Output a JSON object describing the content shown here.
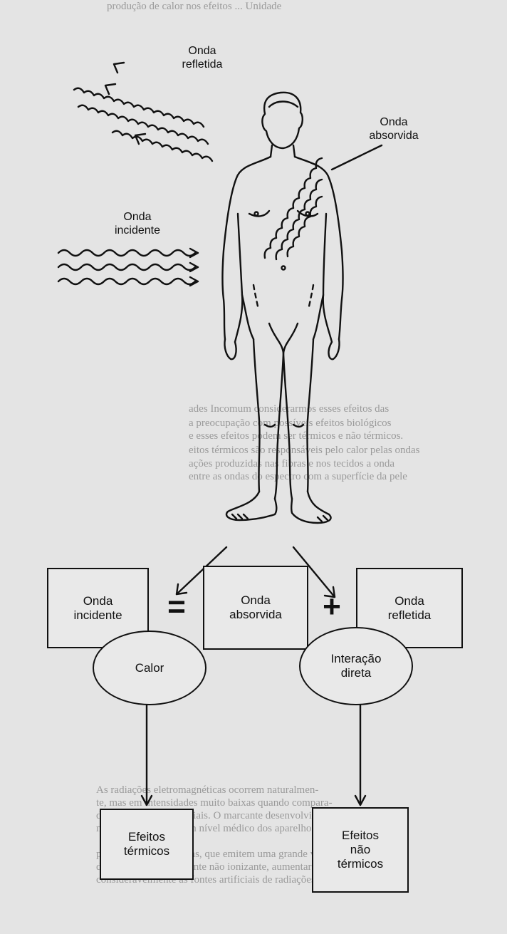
{
  "labels": {
    "reflected": "Onda\nrefletida",
    "absorbed": "Onda\nabsorvida",
    "incident": "Onda\nincidente"
  },
  "equation": {
    "incident": "Onda\nincidente",
    "equals": "=",
    "absorbed": "Onda\nabsorvida",
    "plus": "+",
    "reflected": "Onda\nrefletida"
  },
  "effects": {
    "heat": "Calor",
    "direct": "Interação\ndireta",
    "thermal": "Efeitos\ntérmicos",
    "nonthermal": "Efeitos\nnão\ntérmicos"
  },
  "colors": {
    "ink": "#111111",
    "paper": "#e4e4e4"
  }
}
